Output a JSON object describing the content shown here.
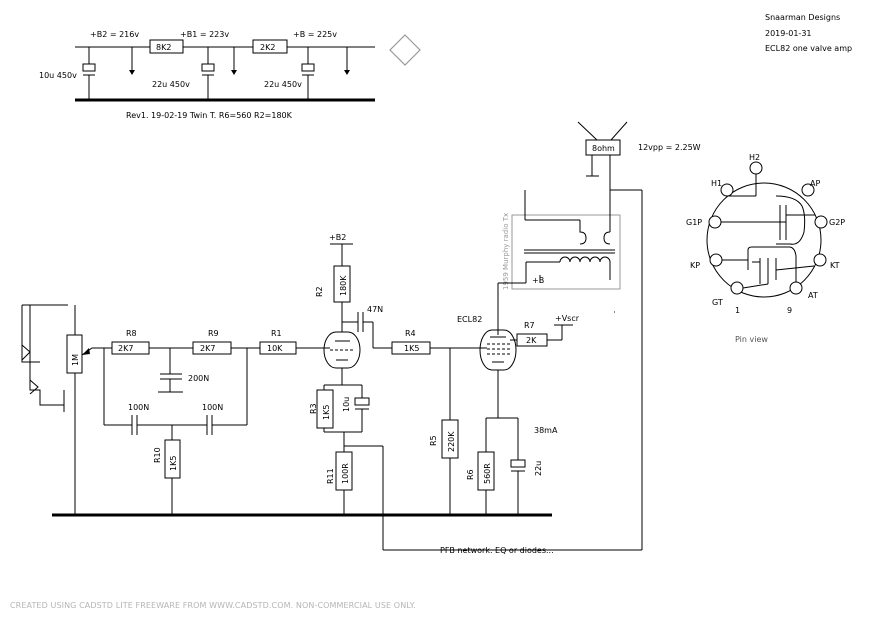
{
  "title_block": {
    "company": "Snaarman Designs",
    "date": "2019-01-31",
    "project": "ECL82 one valve amp"
  },
  "supply": {
    "b2_label": "+B2 = 216v",
    "b1_label": "+B1 = 223v",
    "b_label": "+B = 225v",
    "r_8k2": "8K2",
    "r_2k2": "2K2",
    "c1_label": "10u 450v",
    "c2_label": "22u 450v",
    "c3_label": "22u 450v",
    "revision": "Rev1. 19-02-19 Twin T. R6=560 R2=180K"
  },
  "output": {
    "speaker": "8ohm",
    "power": "12vpp = 2.25W",
    "transformer_note": "1959 Murphy radio Tx",
    "b_plus": "+B"
  },
  "components": {
    "pot": "1M",
    "r8_name": "R8",
    "r8_value": "2K7",
    "r9_name": "R9",
    "r9_value": "2K7",
    "r1_name": "R1",
    "r1_value": "10K",
    "c200": "200N",
    "c100a": "100N",
    "c100b": "100N",
    "r10_name": "R10",
    "r10_value": "1K5",
    "b2_node": "+B2",
    "r2_name": "R2",
    "r2_value": "180K",
    "c47": "47N",
    "r4_name": "R4",
    "r4_value": "1K5",
    "tube": "ECL82",
    "r7_name": "R7",
    "r7_value": "2K",
    "vscr": "+Vscr",
    "r3_name": "R3",
    "r3_value": "1K5",
    "c10u": "10u",
    "r11_name": "R11",
    "r11_value": "100R",
    "r5_name": "R5",
    "r5_value": "220K",
    "current": "38mA",
    "r6_name": "R6",
    "r6_value": "560R",
    "c22u": "22u",
    "pfb": "PFB network. EQ or diodes..."
  },
  "pinout": {
    "h2": "H2",
    "h1": "H1",
    "ap": "AP",
    "g1p": "G1P",
    "g2p": "G2P",
    "kp": "KP",
    "kt": "KT",
    "gt": "GT",
    "at": "AT",
    "pin1": "1",
    "pin9": "9",
    "caption": "Pin view"
  },
  "footer": "CREATED USING CADSTD LITE FREEWARE FROM WWW.CADSTD.COM. NON-COMMERCIAL USE ONLY."
}
